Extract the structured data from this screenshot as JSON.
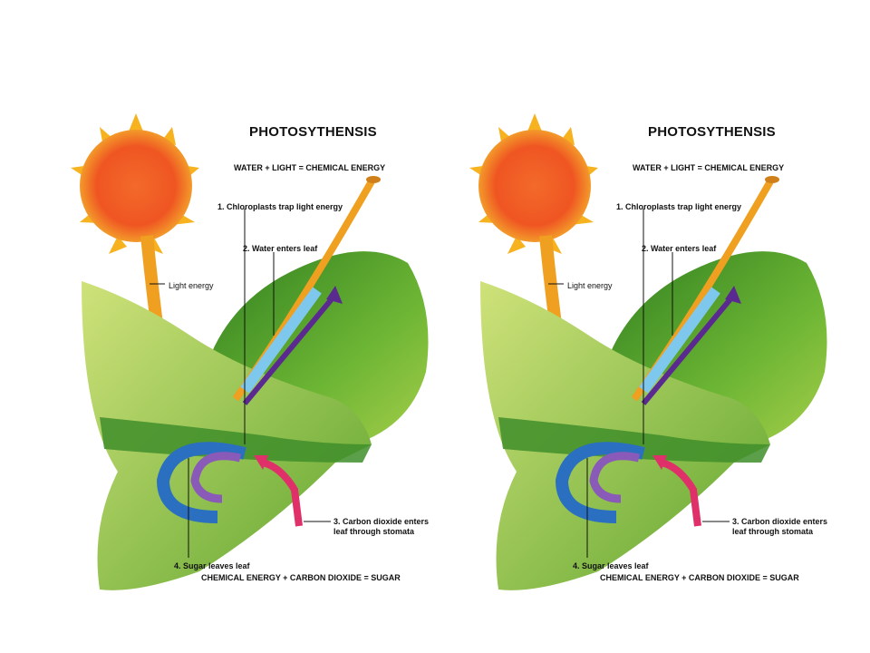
{
  "panels": [
    {
      "title": "PHOTOSYTHENSIS",
      "equation_top": "WATER + LIGHT = CHEMICAL ENERGY",
      "step1": "1.  Chloroplasts trap light energy",
      "step2": "2.  Water enters leaf",
      "light_energy": "Light energy",
      "step3": "3.  Carbon dioxide enters leaf through stomata",
      "step4": "4.  Sugar leaves leaf",
      "equation_bottom": "CHEMICAL ENERGY + CARBON DIOXIDE = SUGAR"
    },
    {
      "title": "PHOTOSYTHENSIS",
      "equation_top": "WATER + LIGHT = CHEMICAL ENERGY",
      "step1": "1.  Chloroplasts trap light energy",
      "step2": "2.  Water enters leaf",
      "light_energy": "Light energy",
      "step3": "3.  Carbon dioxide enters leaf through stomata",
      "step4": "4.  Sugar leaves leaf",
      "equation_bottom": "CHEMICAL ENERGY + CARBON DIOXIDE = SUGAR"
    }
  ],
  "colors": {
    "sun": "#f05a1e",
    "sun_rays": "#f7b21f",
    "leaf": "#5aa82e",
    "leaf_light": "#c9dc6a",
    "water_arrow": "#7ec8ee",
    "vein_arrow": "#f0a020",
    "sugar_arrow": "#2b6fc0",
    "purple_arrow": "#5a2a90",
    "co2_arrow": "#e0306a"
  }
}
